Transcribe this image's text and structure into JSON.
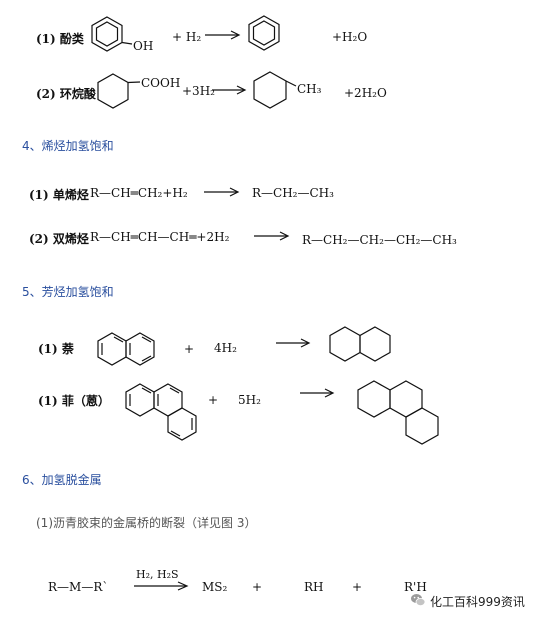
{
  "row1": {
    "label": "(1) 酚类",
    "oh": "OH",
    "h2": "+ H₂",
    "h2o": "+H₂O"
  },
  "row2": {
    "label": "(2) 环烷酸",
    "cooh": "COOH",
    "h2": "+3H₂",
    "ch3": "CH₃",
    "h2o": "+2H₂O"
  },
  "section4": "4、烯烃加氢饱和",
  "row3": {
    "label": "(1) 单烯烃",
    "formula": "R—CH═CH₂+H₂",
    "product": "R—CH₂—CH₃"
  },
  "row4": {
    "label": "(2) 双烯烃",
    "formula": "R—CH═CH—CH═+2H₂",
    "product": "R—CH₂—CH₂—CH₂—CH₃"
  },
  "section5": "5、芳烃加氢饱和",
  "row5": {
    "label": "(1) 萘",
    "plus": "+",
    "h2": "4H₂"
  },
  "row6": {
    "label": "(1) 菲（蒽）",
    "plus": "+",
    "h2": "5H₂"
  },
  "section6": "6、加氢脱金属",
  "note": "(1)沥青胶束的金属桥的断裂（详见图 3）",
  "row7": {
    "reactant": "R—M—R`",
    "condition": "H₂, H₂S",
    "ms2": "MS₂",
    "plus1": "+",
    "rh": "RH",
    "plus2": "+",
    "rh2": "R'H"
  },
  "watermark": {
    "icon": "wechat-icon",
    "text": "化工百科999资讯"
  }
}
